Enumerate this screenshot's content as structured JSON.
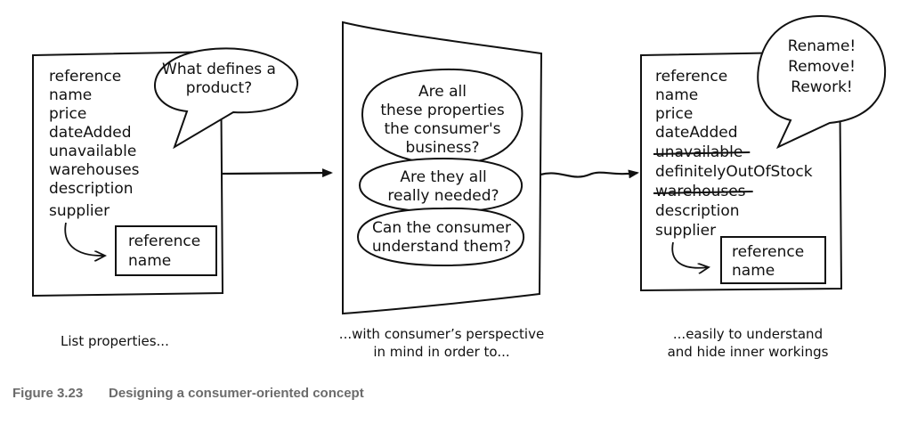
{
  "panel_left": {
    "properties": [
      "reference",
      "name",
      "price",
      "dateAdded",
      "unavailable",
      "warehouses",
      "description",
      "supplier"
    ],
    "nested": [
      "reference",
      "name"
    ],
    "bubble": [
      "What defines a",
      "product?"
    ],
    "caption": [
      "List properties..."
    ]
  },
  "panel_middle": {
    "bubbles": [
      [
        "Are all",
        "these properties",
        "the consumer's",
        "business?"
      ],
      [
        "Are they all",
        "really needed?"
      ],
      [
        "Can the consumer",
        "understand them?"
      ]
    ],
    "caption": [
      "...with consumer’s perspective",
      "in mind in order to..."
    ]
  },
  "panel_right": {
    "properties": [
      "reference",
      "name",
      "price",
      "dateAdded",
      "unavailable",
      "definitelyOutOfStock",
      "warehouses",
      "description",
      "supplier"
    ],
    "struck": [
      false,
      false,
      false,
      false,
      true,
      false,
      true,
      false,
      false
    ],
    "nested": [
      "reference",
      "name"
    ],
    "bubble": [
      "Rename!",
      "Remove!",
      "Rework!"
    ],
    "caption": [
      "...easily to understand",
      "and hide inner workings"
    ]
  },
  "figure": {
    "number": "Figure 3.23",
    "title": "Designing a consumer-oriented concept"
  }
}
